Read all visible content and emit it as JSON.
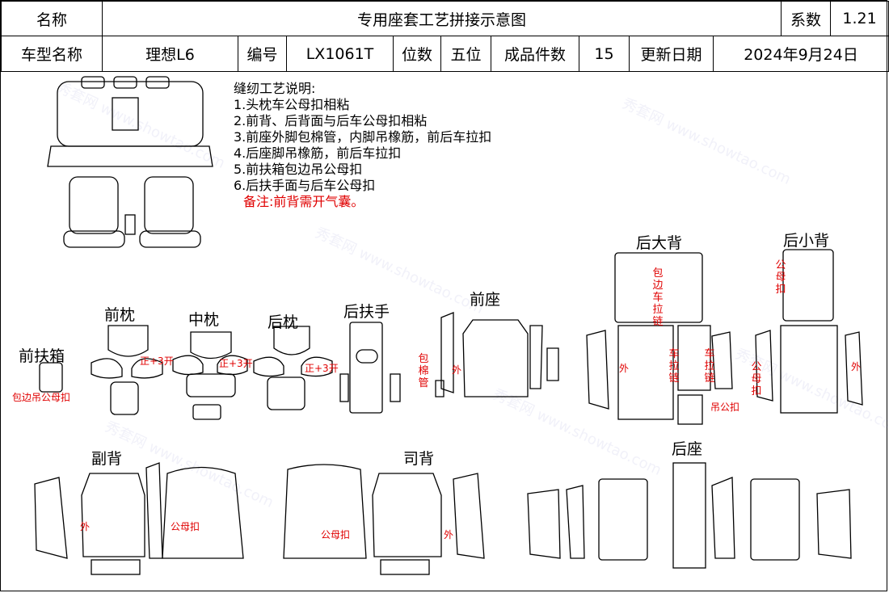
{
  "header": {
    "name_label": "名称",
    "title": "专用座套工艺拼接示意图",
    "coef_label": "系数",
    "coef_value": "1.21",
    "model_label": "车型名称",
    "model_value": "理想L6",
    "code_label": "编号",
    "code_value": "LX1061T",
    "seats_label": "位数",
    "seats_value": "五位",
    "pieces_label": "成品件数",
    "pieces_value": "15",
    "date_label": "更新日期",
    "date_value": "2024年9月24日"
  },
  "notes": {
    "title": "缝纫工艺说明:",
    "items": [
      "1.头枕车公母扣相粘",
      "2.前背、后背面与后车公母扣相粘",
      "3.前座外脚包棉管，内脚吊橡筋，前后车拉扣",
      "4.后座脚吊橡筋，前后车拉扣",
      "5.前扶箱包边吊公母扣",
      "6.后扶手面与后车公母扣"
    ],
    "remark": "备注:前背需开气囊。"
  },
  "sections": {
    "front_armbox": "前扶箱",
    "front_headrest": "前枕",
    "mid_headrest": "中枕",
    "rear_headrest": "后枕",
    "rear_armrest": "后扶手",
    "front_seat": "前座",
    "rear_big_back": "后大背",
    "rear_small_back": "后小背",
    "passenger_back": "副背",
    "driver_back": "司背",
    "rear_seat": "后座"
  },
  "annotations": {
    "armbox_note": "包边吊公母扣",
    "front_open": "正+3开",
    "mid_open": "正+3开",
    "rear_open": "正+3开",
    "cotton_tube": "包棉管",
    "outer": "外",
    "zipper_edge": "包边车拉链",
    "zipper": "车拉链",
    "snap": "公母扣",
    "snap_small": "吊公扣",
    "passenger_snap": "公母扣",
    "driver_snap": "公母扣"
  },
  "watermark": "秀套网 www.showtao.com"
}
